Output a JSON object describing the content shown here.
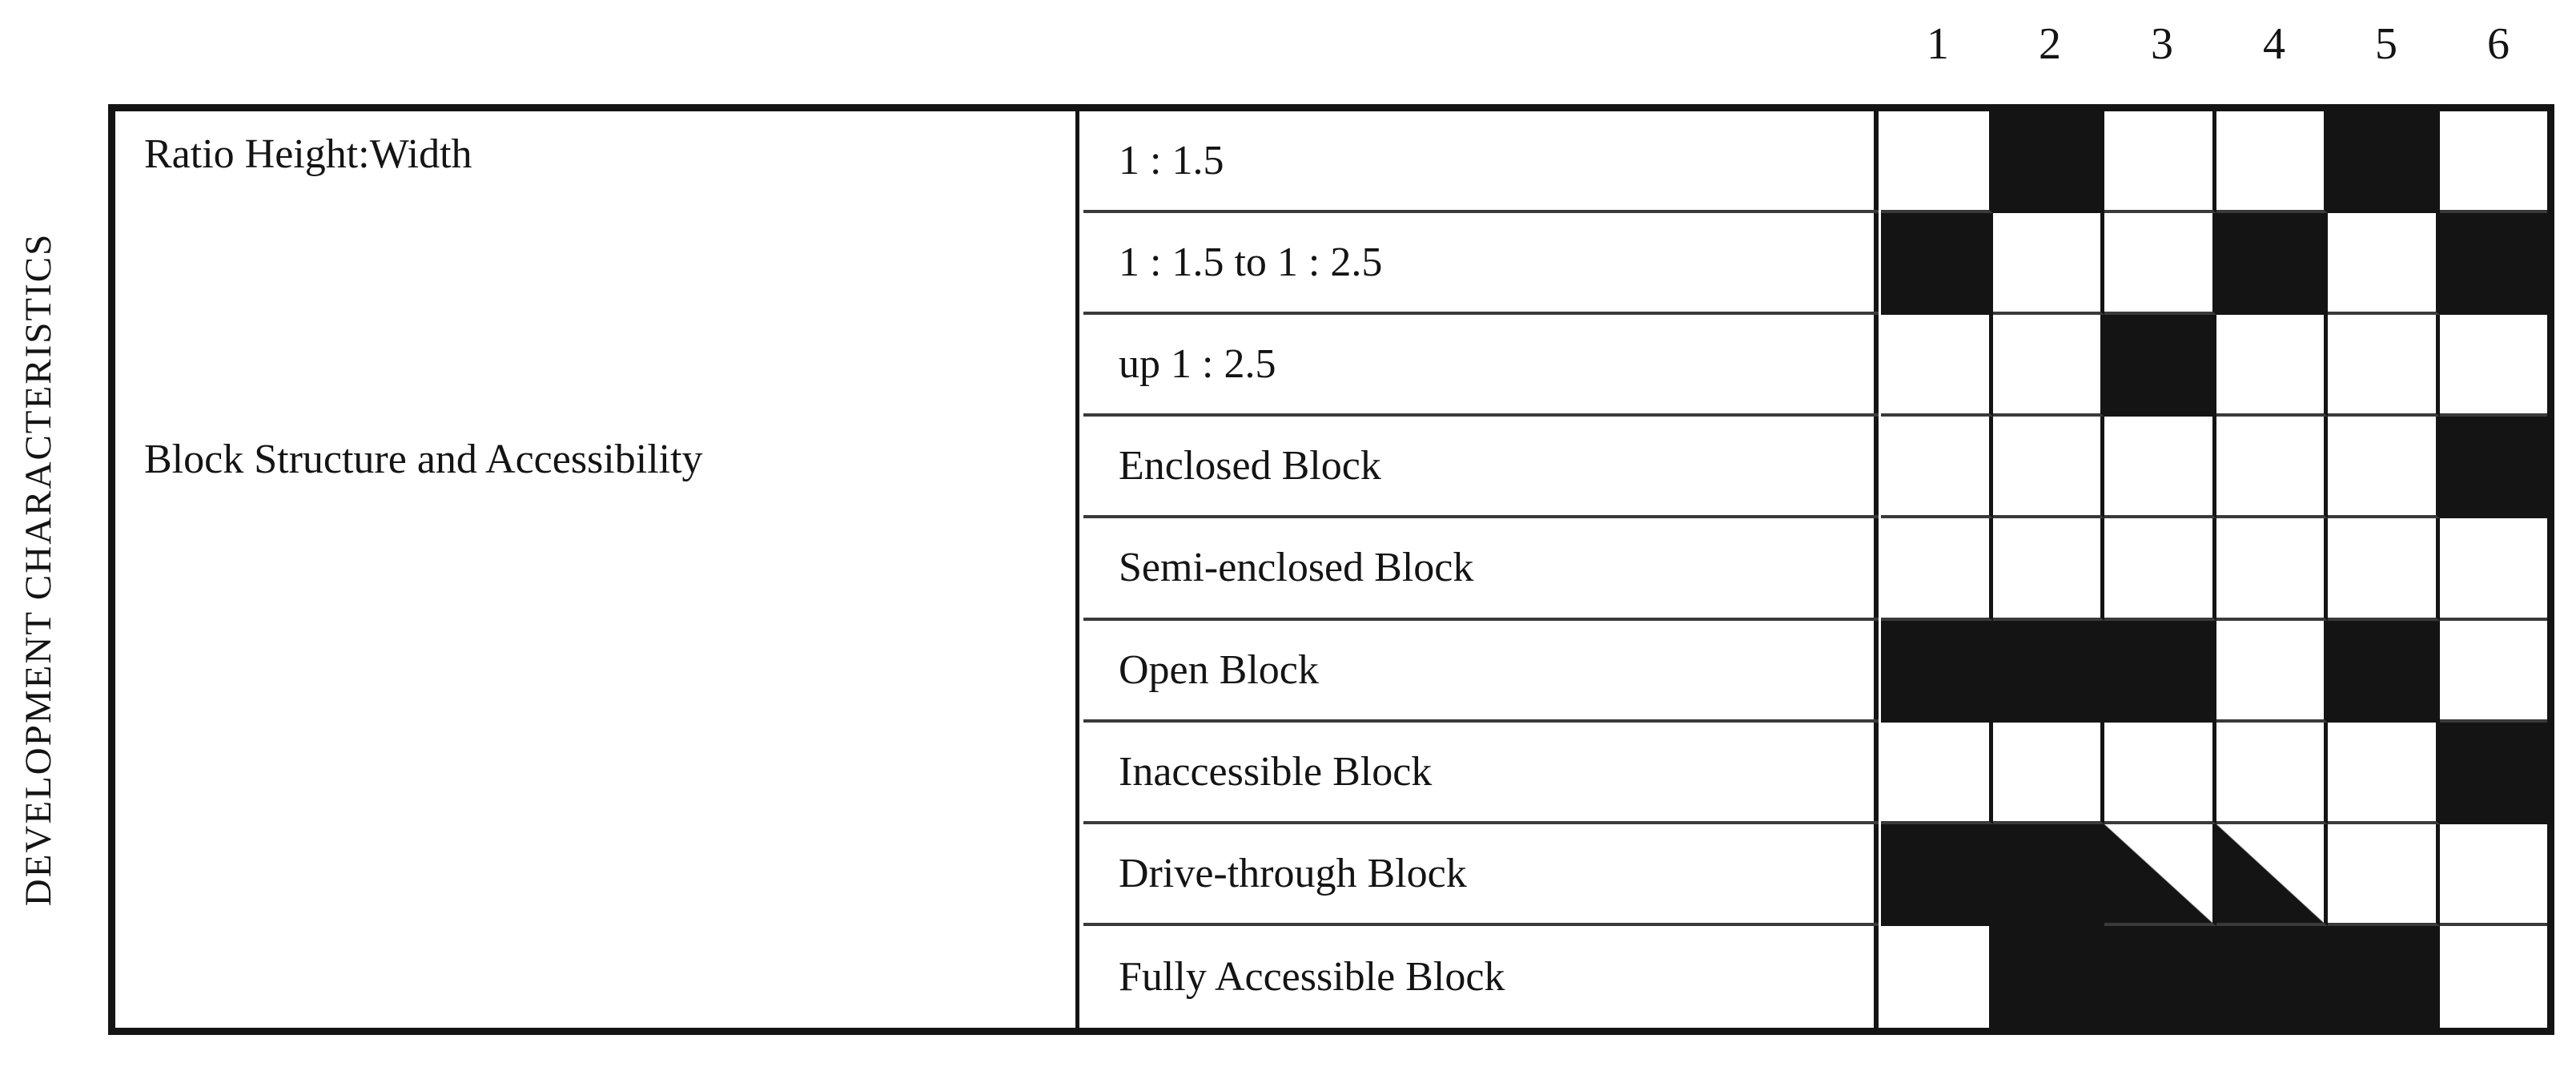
{
  "side_caption": {
    "text": "DEVELOPMENT CHARACTERISTICS"
  },
  "column_headers": [
    "1",
    "2",
    "3",
    "4",
    "5",
    "6"
  ],
  "groups": [
    {
      "label": "Ratio Height:Width",
      "rows": [
        {
          "label": "1 : 1.5"
        },
        {
          "label": "1 : 1.5 to 1 :  2.5"
        },
        {
          "label": "up  1 : 2.5"
        }
      ]
    },
    {
      "label": "Block Structure and Accessibility",
      "rows": [
        {
          "label": "Enclosed Block"
        },
        {
          "label": "Semi-enclosed Block"
        },
        {
          "label": "Open Block"
        },
        {
          "label": "Inaccessible Block"
        },
        {
          "label": "Drive-through Block"
        },
        {
          "label": "Fully Accessible Block"
        }
      ]
    }
  ],
  "chart_data": {
    "type": "heatmap",
    "title": "DEVELOPMENT CHARACTERISTICS",
    "xlabel": "",
    "ylabel": "",
    "grid": true,
    "legend_position": "none",
    "categories": [
      "1",
      "2",
      "3",
      "4",
      "5",
      "6"
    ],
    "row_labels": [
      "1 : 1.5",
      "1 : 1.5 to 1 :  2.5",
      "up  1 : 2.5",
      "Enclosed Block",
      "Semi-enclosed Block",
      "Open Block",
      "Inaccessible Block",
      "Drive-through Block",
      "Fully Accessible Block"
    ],
    "row_groups": [
      {
        "label": "Ratio Height:Width",
        "row_indices": [
          0,
          1,
          2
        ]
      },
      {
        "label": "Block Structure and Accessibility",
        "row_indices": [
          3,
          4,
          5,
          6,
          7,
          8
        ]
      }
    ],
    "value_encoding": {
      "0": "empty (white)",
      "1": "filled (black)",
      "0.5": "partial (diagonal, lower-right half black)"
    },
    "colors": {
      "filled": "#141414",
      "empty": "#FFFFFF",
      "grid": "#141414"
    },
    "values": [
      [
        0,
        1,
        0,
        0,
        1,
        0
      ],
      [
        1,
        0,
        0,
        1,
        0,
        1
      ],
      [
        0,
        0,
        1,
        0,
        0,
        0
      ],
      [
        0,
        0,
        0,
        0,
        0,
        1
      ],
      [
        0,
        0,
        0,
        0,
        0,
        0
      ],
      [
        1,
        1,
        1,
        0,
        1,
        0
      ],
      [
        0,
        0,
        0,
        0,
        0,
        1
      ],
      [
        1,
        1,
        0.5,
        0.5,
        0,
        0
      ],
      [
        0,
        1,
        1,
        1,
        1,
        0
      ]
    ]
  }
}
